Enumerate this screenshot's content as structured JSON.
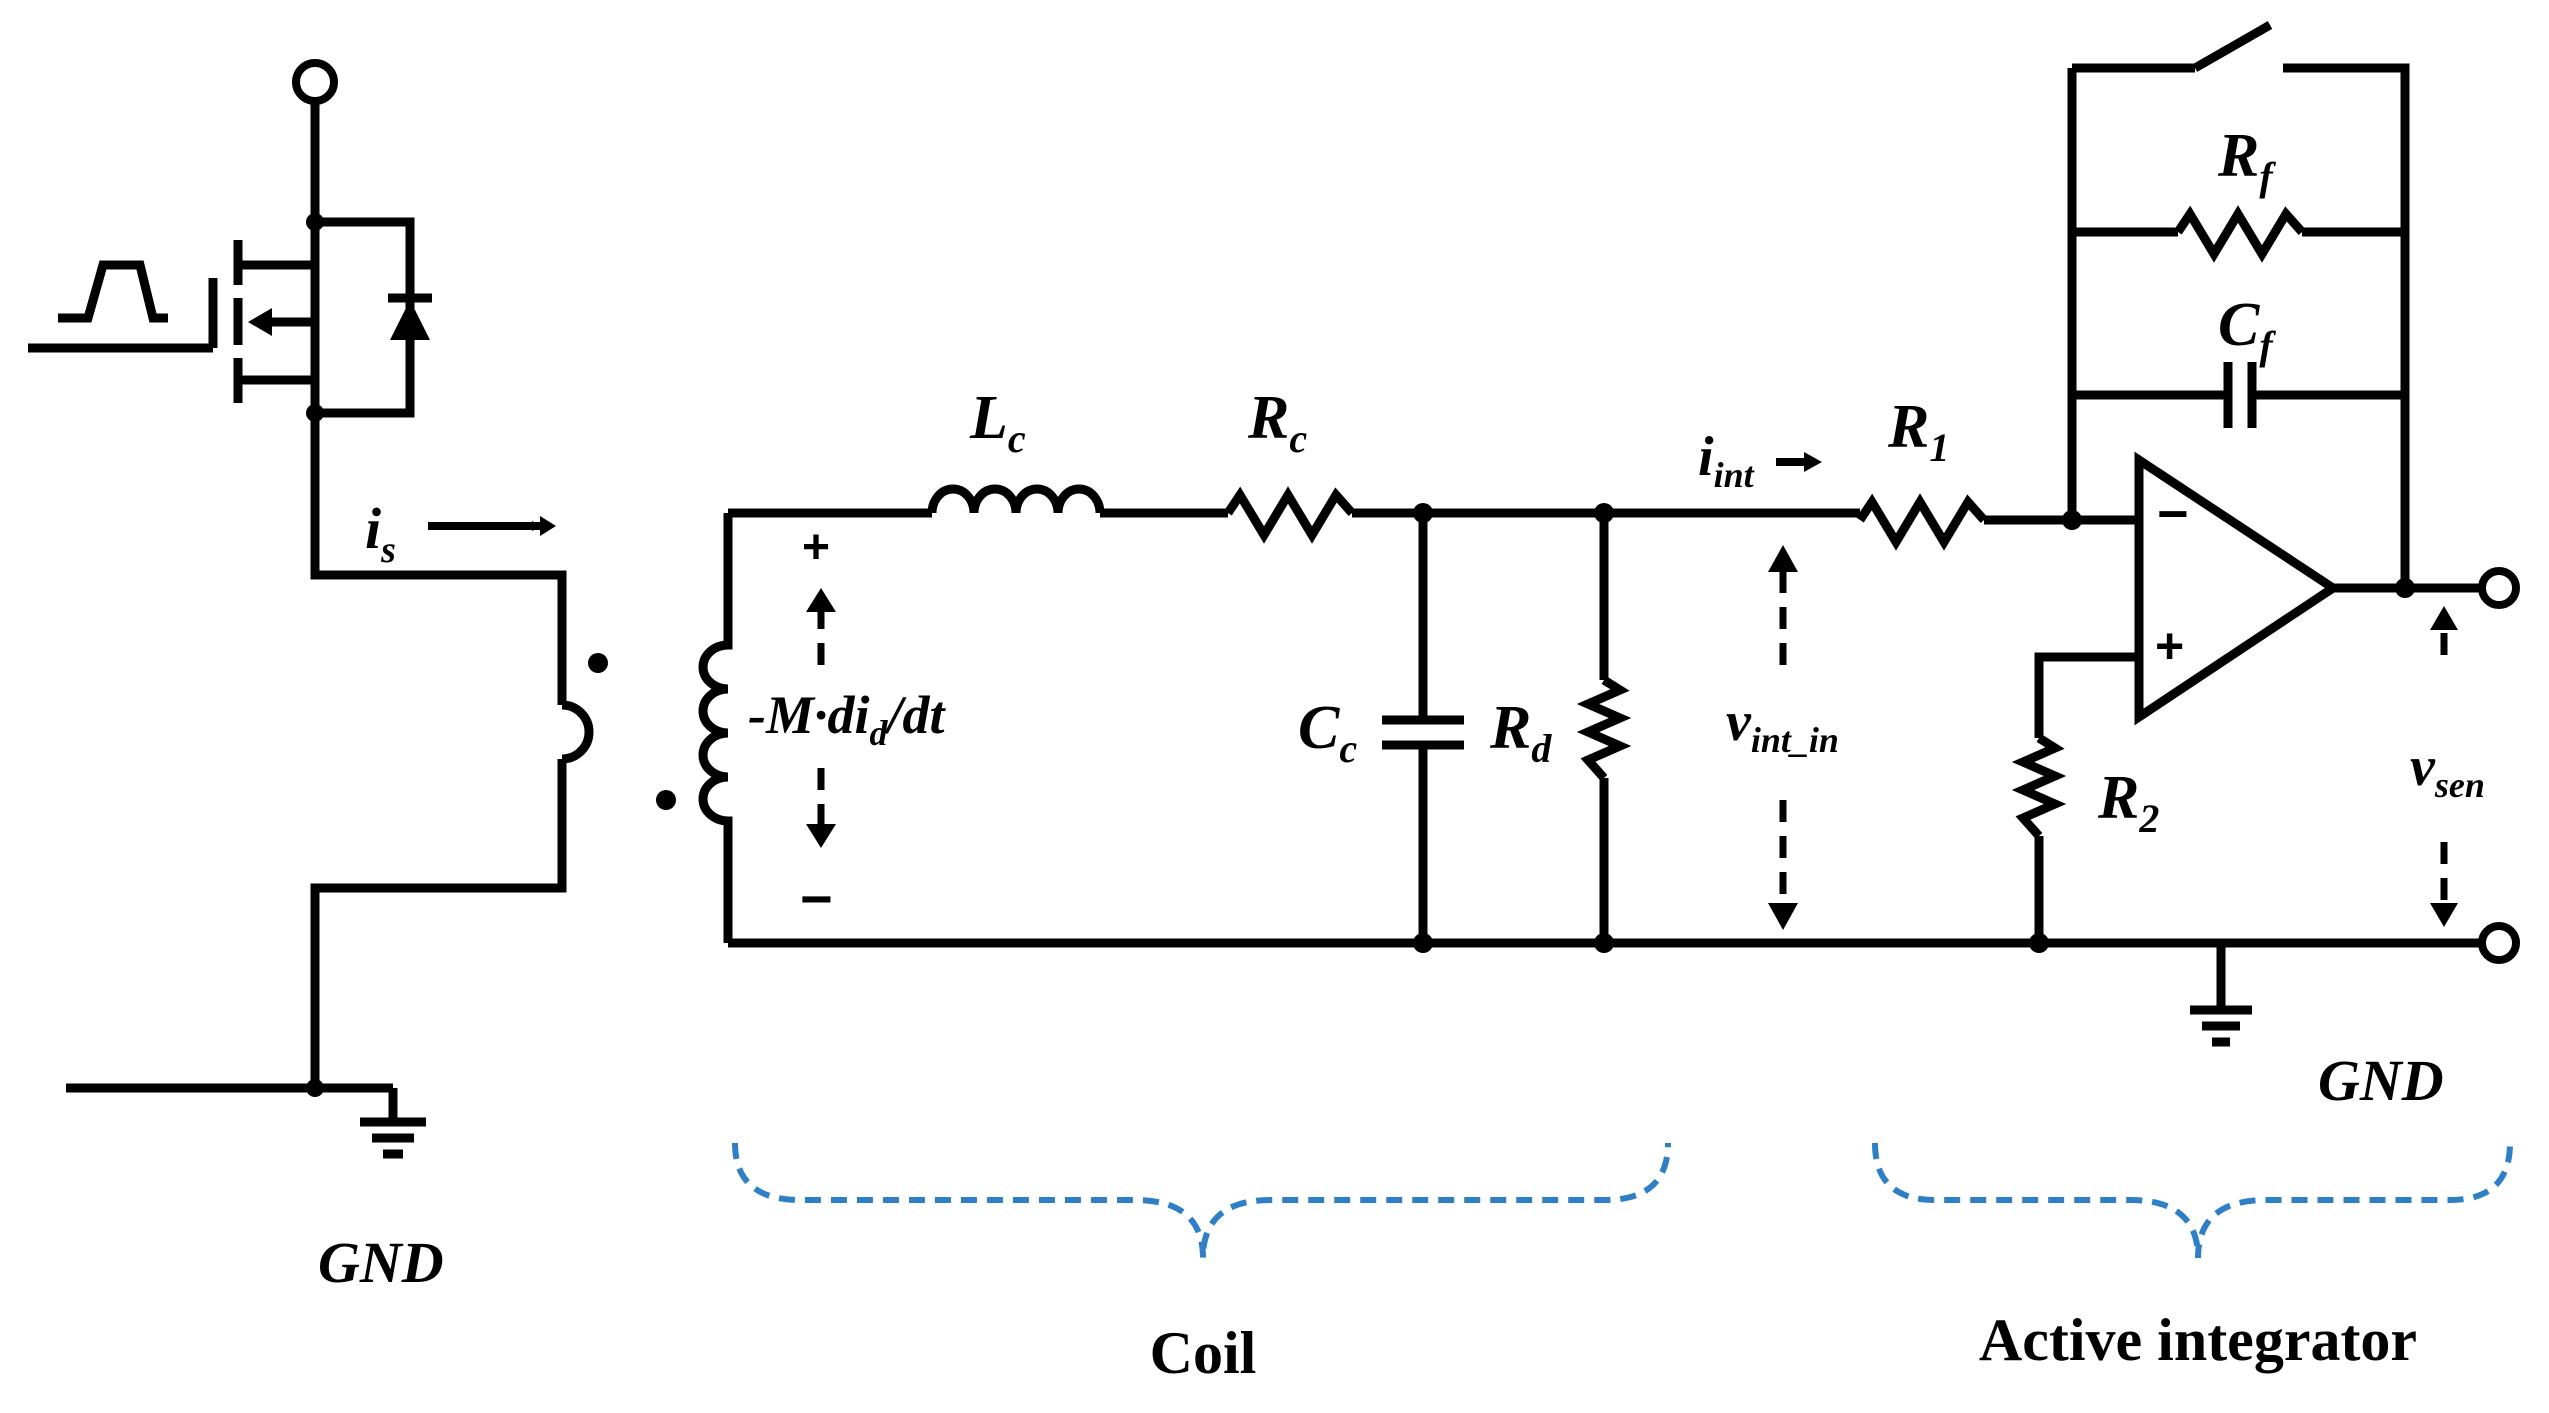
{
  "labels": {
    "is": {
      "main": "i",
      "sub": "s"
    },
    "lc": {
      "main": "L",
      "sub": "c"
    },
    "rc": {
      "main": "R",
      "sub": "c"
    },
    "cc": {
      "main": "C",
      "sub": "c"
    },
    "rd": {
      "main": "R",
      "sub": "d"
    },
    "iint": {
      "main": "i",
      "sub": "int"
    },
    "r1": {
      "main": "R",
      "sub": "1"
    },
    "r2": {
      "main": "R",
      "sub": "2"
    },
    "rf": {
      "main": "R",
      "sub": "f"
    },
    "cf": {
      "main": "C",
      "sub": "f"
    },
    "vint_in": {
      "main": "v",
      "sub": "int_in"
    },
    "vsen": {
      "main": "v",
      "sub": "sen"
    },
    "emf": {
      "pre": "-M·di",
      "sub": "d",
      "post": "/dt"
    },
    "plus": "+",
    "minus": "−",
    "opamp_minus": "−",
    "opamp_plus": "+",
    "gnd_left": "GND",
    "gnd_right": "GND",
    "coil_caption": "Coil",
    "integrator_caption": "Active integrator"
  },
  "colors": {
    "wire": "#000000",
    "brace": "#2f7fc6"
  }
}
